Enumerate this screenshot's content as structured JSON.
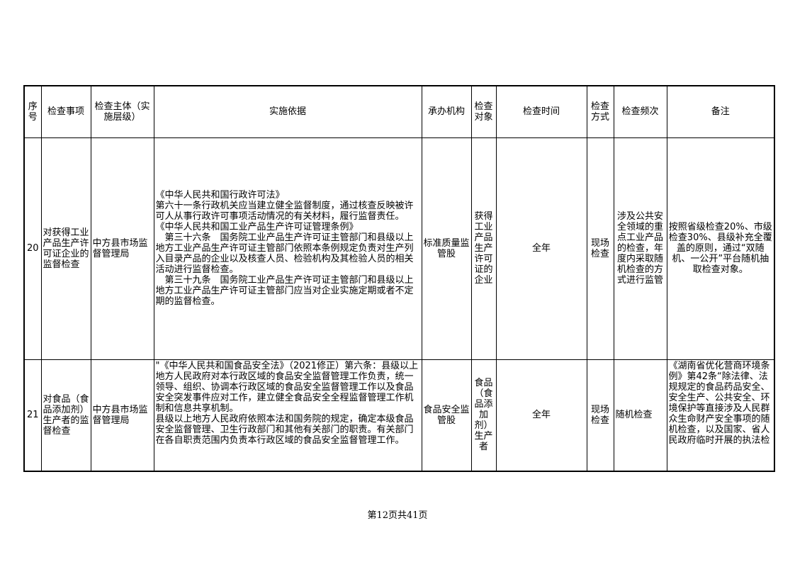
{
  "header": {
    "seq": "序号",
    "item": "检查事项",
    "subject": "检查主体（实施层级）",
    "basis": "实施依据",
    "org": "承办机构",
    "target": "检查对象",
    "time": "检查时间",
    "method": "检查方式",
    "freq": "检查频次",
    "remark": "备注"
  },
  "rows": [
    {
      "seq": "20",
      "item": "对获得工业产品生产许可证企业的监督检查",
      "subject": "中方县市场监督管理局",
      "basis": [
        "《中华人民共和国行政许可法》",
        "第六十一条行政机关应当建立健全监督制度，通过核查反映被许可人从事行政许可事项活动情况的有关材料，履行监督责任。",
        "《中华人民共和国工业产品生产许可证管理条例》",
        "　第三十六条　国务院工业产品生产许可证主管部门和县级以上地方工业产品生产许可证主管部门依照本条例规定负责对生产列入目录产品的企业以及核查人员、检验机构及其检验人员的相关活动进行监督检查。",
        "　第三十九条　国务院工业产品生产许可证主管部门和县级以上地方工业产品生产许可证主管部门应当对企业实施定期或者不定期的监督检查。"
      ],
      "org": "标准质量监管股",
      "target": "获得工业产品生产许可证的企业",
      "time": "全年",
      "method": "现场检查",
      "freq": "涉及公共安全领域的重点工业产品的检查，年度内采取随机检查的方式进行监管",
      "remark": "按照省级检查20%、市级检查30%、县级补充全覆盖的原则，通过“双随机、一公开”平台随机抽取检查对象。"
    },
    {
      "seq": "21",
      "item": "对食品（食品添加剂）生产者的监督检查",
      "subject": "中方县市场监督管理局",
      "basis": [
        "\"《中华人民共和国食品安全法》（2021修正）第六条：县级以上地方人民政府对本行政区域的食品安全监督管理工作负责，统一领导、组织、协调本行政区域的食品安全监督管理工作以及食品安全突发事件应对工作，建立健全食品安全全程监督管理工作机制和信息共享机制。",
        "县级以上地方人民政府依照本法和国务院的规定，确定本级食品安全监督管理、卫生行政部门和其他有关部门的职责。有关部门在各自职责范围内负责本行政区域的食品安全监督管理工作。"
      ],
      "org": "食品安全监管股",
      "target": "食品（食品添加剂）生产者",
      "time": "全年",
      "method": "现场检查",
      "freq": "随机检查",
      "remark": "《湖南省优化营商环境条例》第42条“除法律、法规规定的食品药品安全、安全生产、公共安全、环境保护等直接涉及人民群众生命财产安全事项的随机检查，以及国家、省人民政府临时开展的执法检"
    }
  ],
  "footer": "第12页共41页"
}
